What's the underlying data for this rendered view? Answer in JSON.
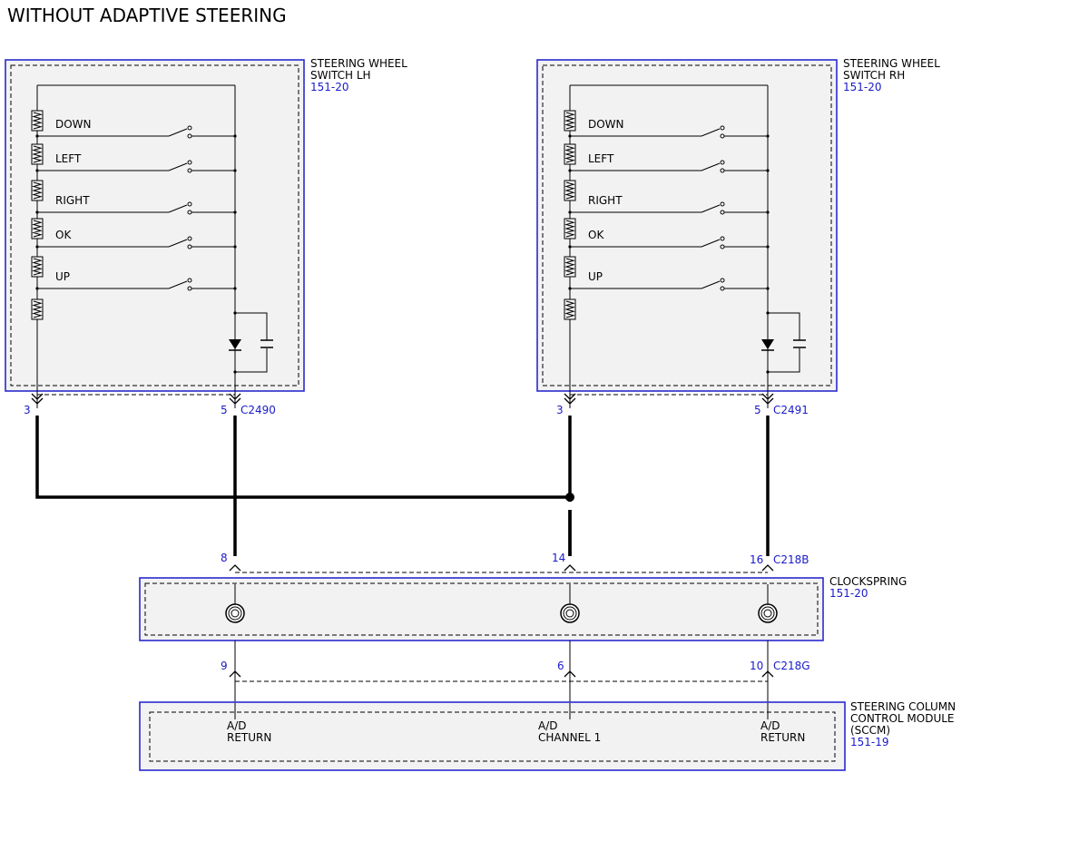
{
  "title": "WITHOUT ADAPTIVE STEERING",
  "swLH": {
    "name_line1": "STEERING WHEEL",
    "name_line2": "SWITCH LH",
    "ref": "151-20",
    "connector": "C2490",
    "pin_left": "3",
    "pin_right": "5"
  },
  "swRH": {
    "name_line1": "STEERING WHEEL",
    "name_line2": "SWITCH RH",
    "ref": "151-20",
    "connector": "C2491",
    "pin_left": "3",
    "pin_right": "5"
  },
  "switch_labels": [
    "DOWN",
    "LEFT",
    "RIGHT",
    "OK",
    "UP"
  ],
  "clockspring": {
    "name": "CLOCKSPRING",
    "ref": "151-20",
    "top_connector": "C218B",
    "bottom_connector": "C218G",
    "top_pins": [
      "8",
      "14",
      "16"
    ],
    "bottom_pins": [
      "9",
      "6",
      "10"
    ]
  },
  "sccm": {
    "name_line1": "STEERING COLUMN",
    "name_line2": "CONTROL MODULE",
    "name_line3": "(SCCM)",
    "ref": "151-19",
    "pins": [
      {
        "line1": "A/D",
        "line2": "RETURN"
      },
      {
        "line1": "A/D",
        "line2": "CHANNEL 1"
      },
      {
        "line1": "A/D",
        "line2": "RETURN"
      }
    ]
  }
}
